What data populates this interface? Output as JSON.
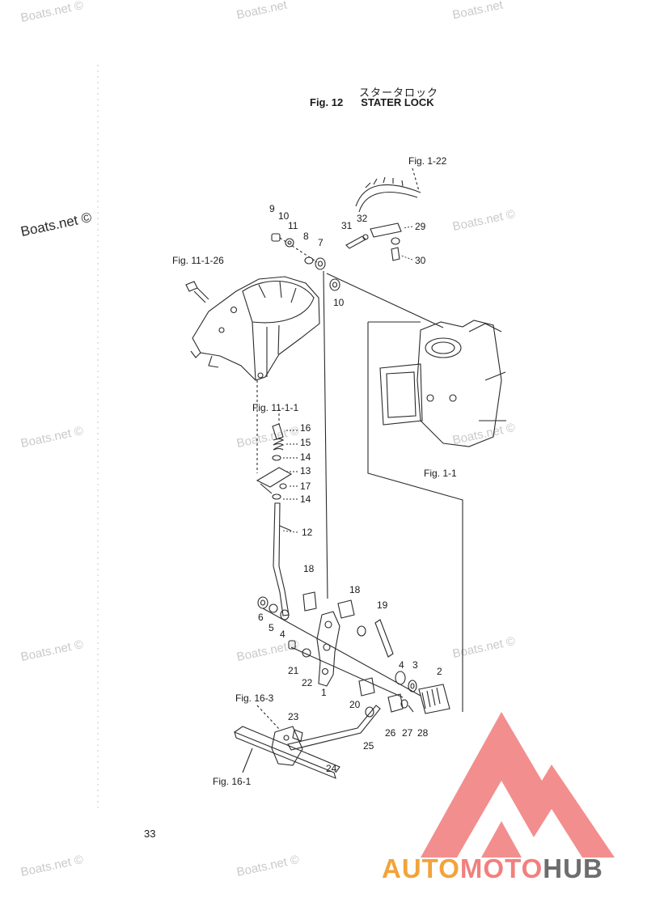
{
  "header": {
    "title_jp": "スタータロック",
    "fig_label": "Fig. 12",
    "title_en": "STATER LOCK"
  },
  "page_number": "33",
  "watermarks": {
    "text": "Boats.net ©",
    "text_plain": "Boats.net",
    "text_dark": "Boats.net ©"
  },
  "references": {
    "fig_1_22": "Fig. 1-22",
    "fig_11_1_26": "Fig. 11-1-26",
    "fig_11_1_1": "Fig. 11-1-1",
    "fig_1_1": "Fig. 1-1",
    "fig_16_3": "Fig. 16-3",
    "fig_16_1": "Fig. 16-1"
  },
  "callouts": [
    "1",
    "2",
    "3",
    "4",
    "5",
    "6",
    "7",
    "8",
    "9",
    "10",
    "11",
    "12",
    "13",
    "14",
    "15",
    "16",
    "17",
    "18",
    "19",
    "20",
    "21",
    "22",
    "23",
    "24",
    "25",
    "26",
    "27",
    "28",
    "29",
    "30",
    "31",
    "32"
  ],
  "logo": {
    "part1": "AUTO",
    "part2": "MOTO",
    "part3": "HUB",
    "colors": {
      "orange": "#f2a33a",
      "pink": "#f27f7f",
      "gray": "#6d6d6d"
    }
  }
}
